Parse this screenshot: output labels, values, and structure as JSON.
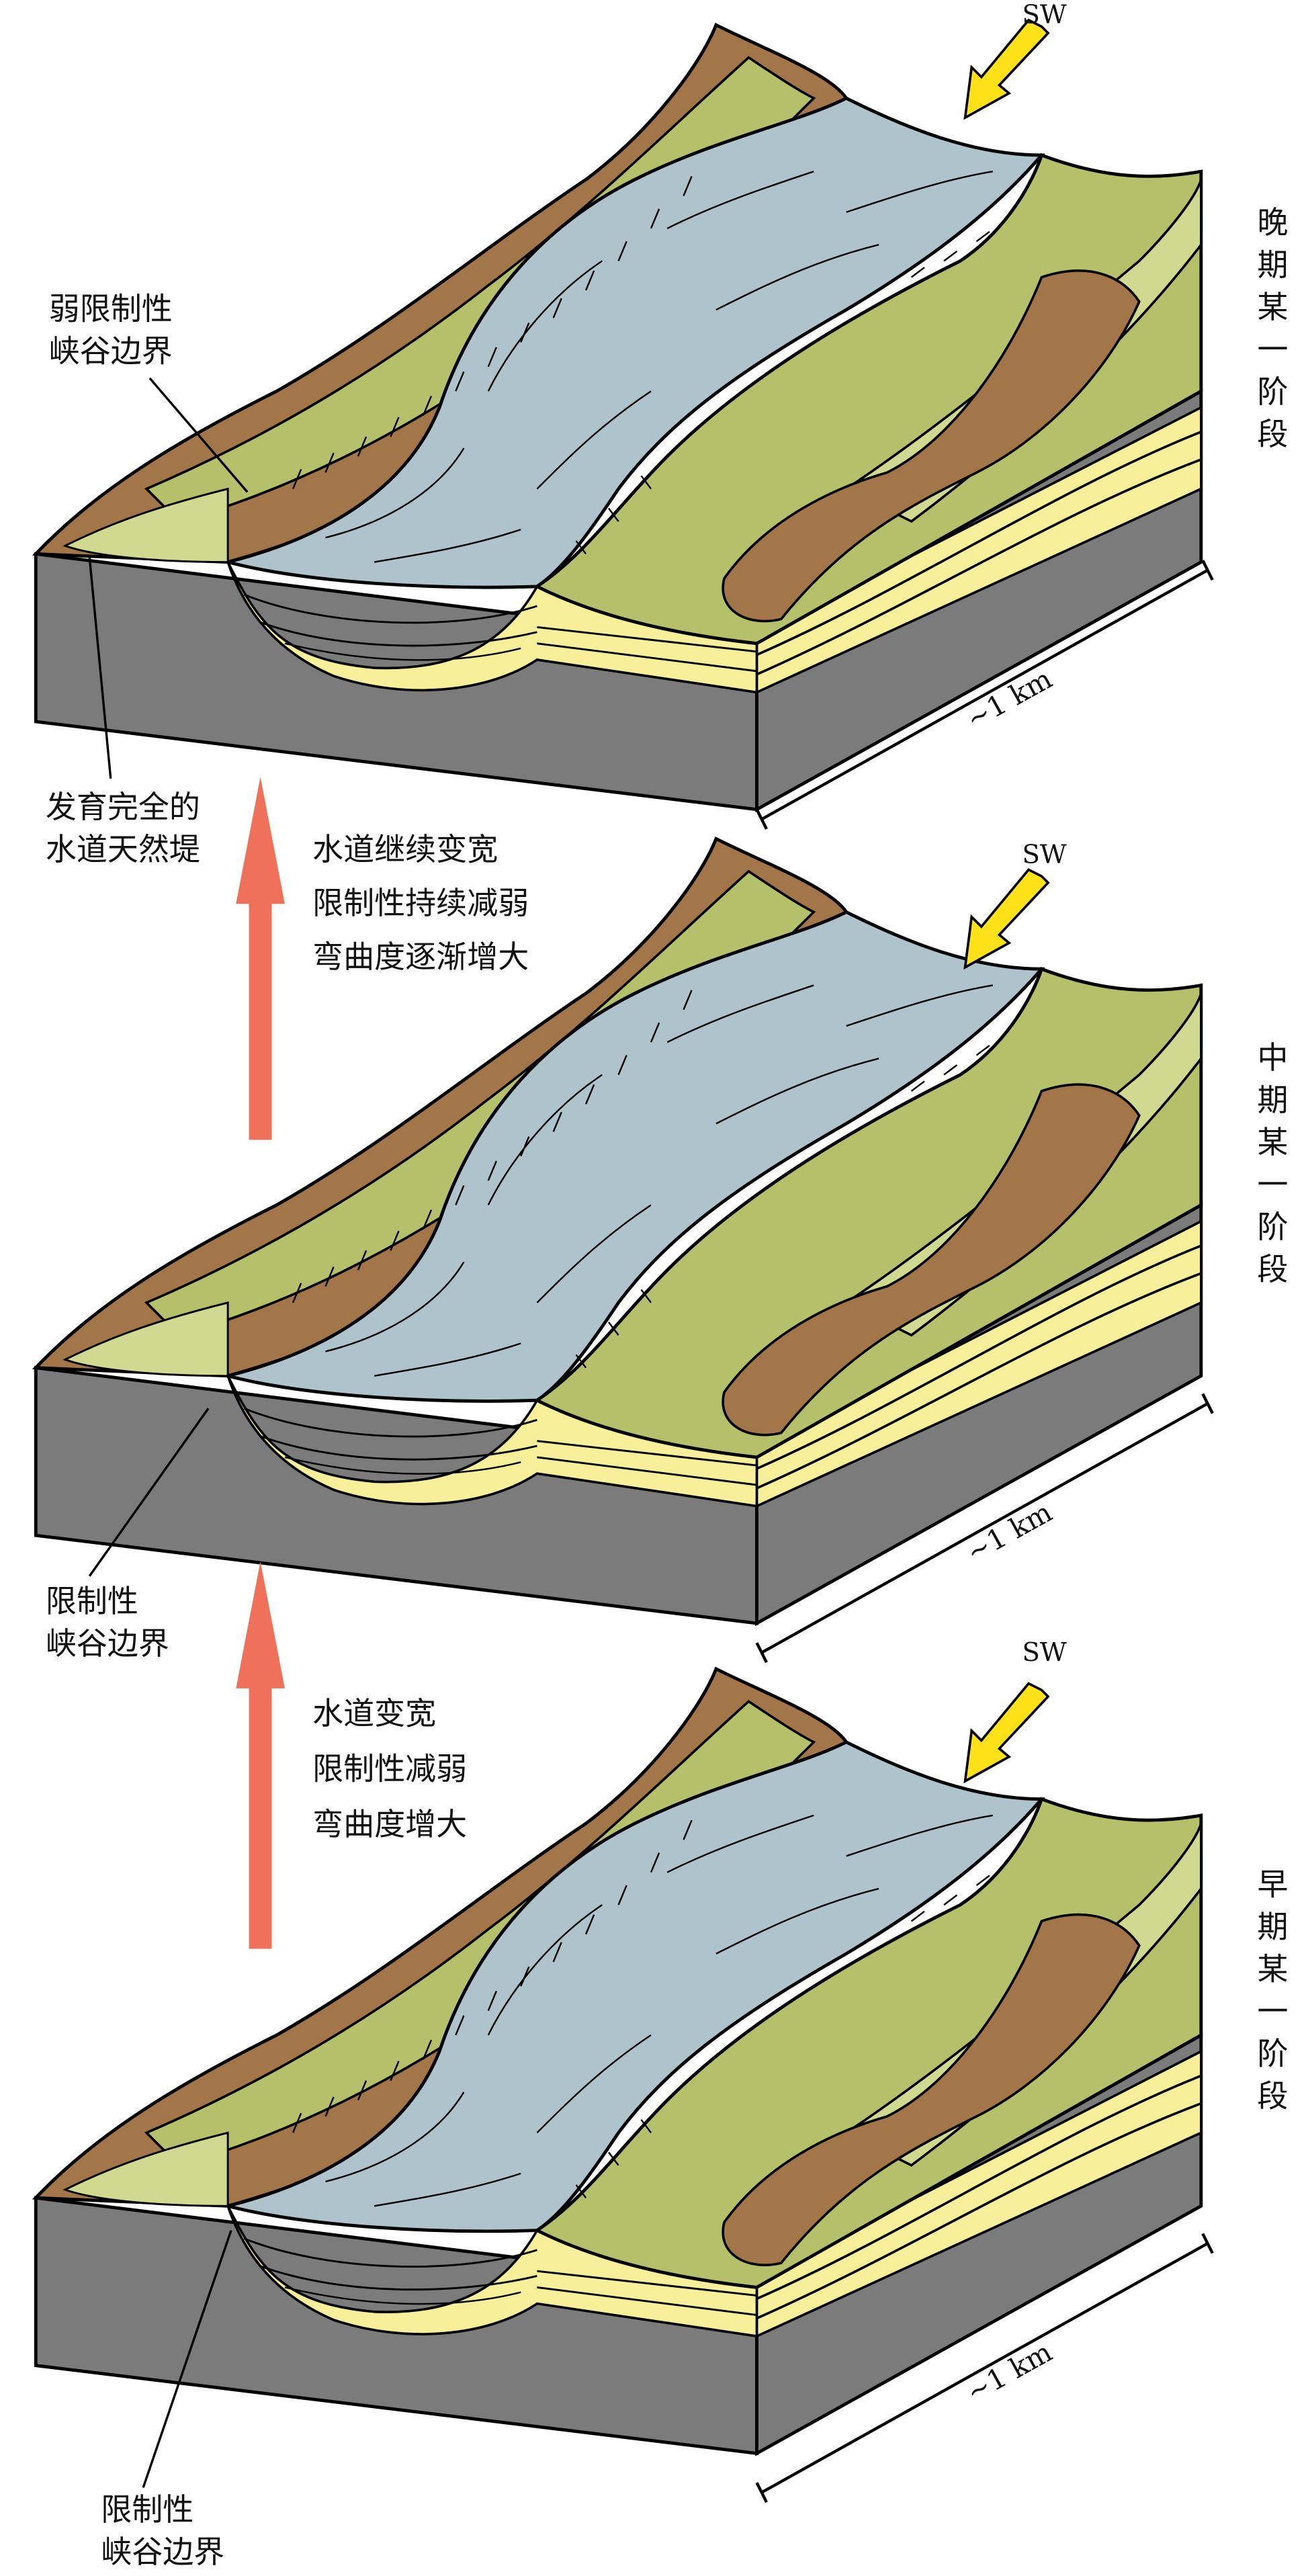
{
  "panels": {
    "late": {
      "stage_label": "晚期某一阶段",
      "direction": "SW",
      "scale": "~1 km",
      "callout_top": [
        "弱限制性",
        "峡谷边界"
      ],
      "callout_bottom": [
        "发育完全的",
        "水道天然堤"
      ]
    },
    "middle": {
      "stage_label": "中期某一阶段",
      "direction": "SW",
      "scale": "~1 km",
      "callout": [
        "限制性",
        "峡谷边界"
      ]
    },
    "early": {
      "stage_label": "早期某一阶段",
      "direction": "SW",
      "scale": "~1 km",
      "callout": [
        "限制性",
        "峡谷边界"
      ]
    }
  },
  "transitions": {
    "middle_to_late": [
      "水道继续变宽",
      "限制性持续减弱",
      "弯曲度逐渐增大"
    ],
    "early_to_middle": [
      "水道变宽",
      "限制性减弱",
      "弯曲度增大"
    ]
  },
  "colors": {
    "gray_side": "#7b7b7b",
    "sand_yellow": "#f7ef9a",
    "channel_blue": "#afc3cd",
    "levee_green": "#b4c06a",
    "light_green": "#cfd98f",
    "slope_brown": "#a27648",
    "arrow_red": "#ef715a",
    "sw_arrow_yellow": "#ffe11a"
  },
  "icons": [
    "sw-direction-arrow-icon",
    "up-arrow-icon"
  ]
}
